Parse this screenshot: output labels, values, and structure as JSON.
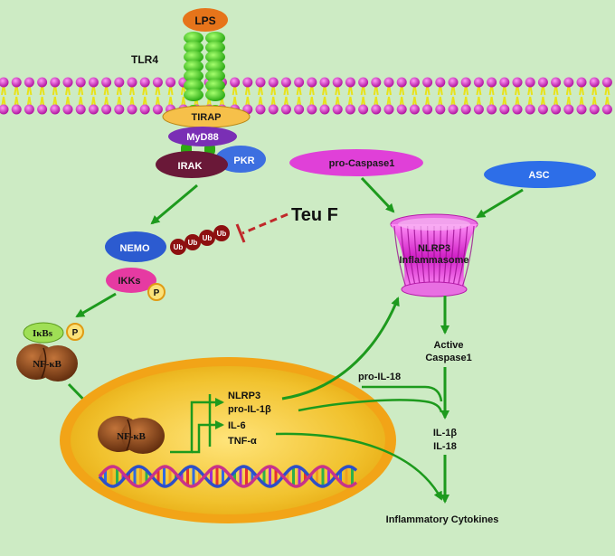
{
  "receptor": {
    "ligand": "LPS",
    "receptor": "TLR4",
    "adaptor1": "TIRAP",
    "adaptor2": "MyD88",
    "kinase1": "IRAK",
    "kinase2": "PKR"
  },
  "complex": {
    "nemo": "NEMO",
    "ub": "Ub",
    "ikks": "IKKs",
    "phospho": "P",
    "ikbs": "IκBs",
    "nfkb": "NF-κB"
  },
  "inhibitor": "Teu F",
  "inflammasome": {
    "pro_caspase": "pro-Caspase1",
    "asc": "ASC",
    "label_line1": "NLRP3",
    "label_line2": "Inflammasome",
    "active_line1": "Active",
    "active_line2": "Caspase1"
  },
  "nucleus": {
    "nfkb": "NF-κB",
    "genes": [
      "NLRP3",
      "pro-IL-1β",
      "IL-6",
      "TNF-α"
    ]
  },
  "outputs": {
    "pro_il18": "pro-IL-18",
    "il1b": "IL-1β",
    "il18": "IL-18",
    "cytokines": "Inflammatory Cytokines"
  },
  "colors": {
    "background": "#cdebc4",
    "membrane_head": "#d81fd0",
    "membrane_tail": "#e8e21a",
    "receptor": "#3bd614",
    "arrow": "#1d9a1d",
    "inhibit": "#c0282a",
    "nucleus_outer": "#f2a417",
    "nucleus_inner": "#f1cc35"
  }
}
